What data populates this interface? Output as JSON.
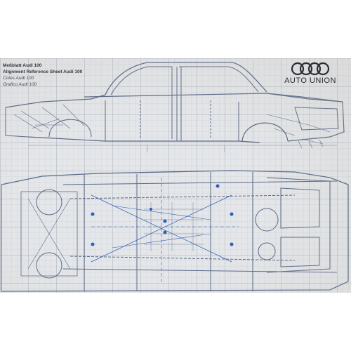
{
  "sheet": {
    "title_lines": [
      "Meßblatt Audi 100",
      "Alignment Reference Sheet Audi 100",
      "Cotes Audi 100",
      "Grafico Audi 100"
    ],
    "brand": "AUTO UNION",
    "logo": "four-rings-logo",
    "colors": {
      "paper": "#e4e6e9",
      "blueprint_line": "#5a6a88",
      "dimension_blue": "#2f5fb8",
      "logo": "#2a2d33"
    }
  }
}
